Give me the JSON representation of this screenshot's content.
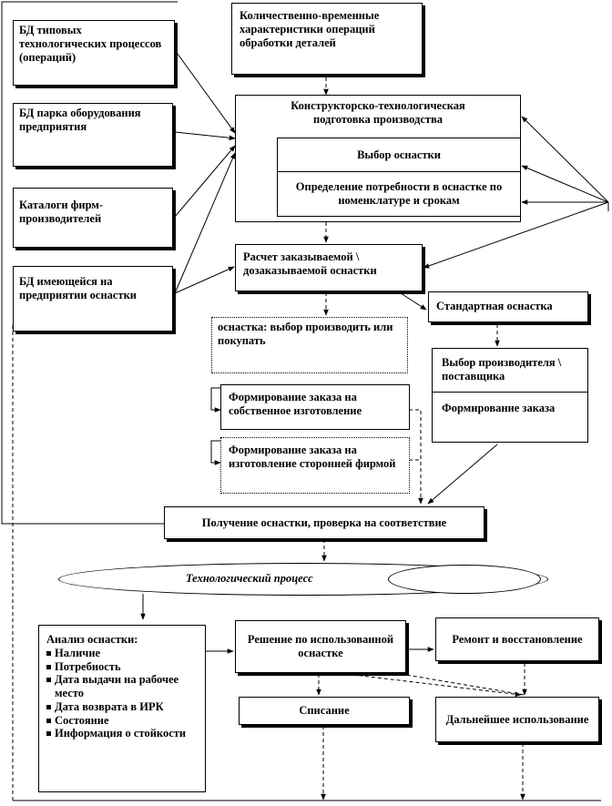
{
  "boxes": {
    "db_processes": "БД типовых технологических процессов (операций)",
    "db_equipment": "БД парка оборудования предприятия",
    "catalogs": "Каталоги фирм-производителей",
    "db_tooling": "БД имеющейся на предприятии оснастки",
    "characteristics": "Количественно-временные характеристики операций обработки деталей",
    "preparation_title": "Конструкторско-технологическая подготовка производства",
    "choose_tooling": "Выбор оснастки",
    "determine_need": "Определение потребности в оснастке по номенклатуре и срокам",
    "calc_order": "Расчет заказываемой \\ дозаказываемой оснастки",
    "standard_tooling": "Стандартная оснастка",
    "make_or_buy": "оснастка: выбор производить или покупать",
    "choose_supplier": "Выбор производителя \\ поставщика",
    "form_order": "Формирование заказа",
    "own_order": "Формирование заказа на собственное изготовление",
    "third_party_order": "Формирование заказа на изготовление сторонней фирмой",
    "receive_check": "Получение оснастки, проверка на соответствие",
    "tech_process": "Технологический процесс",
    "analysis_title": "Анализ оснастки:",
    "analysis_items": [
      "Наличие",
      "Потребность",
      "Дата выдачи на рабочее место",
      "Дата возврата в ИРК",
      "Состояние",
      "Информация о стойкости"
    ],
    "decision": "Решение по использованной оснастке",
    "repair": "Ремонт и восстановление",
    "write_off": "Списание",
    "further_use": "Дальнейшее использование"
  }
}
